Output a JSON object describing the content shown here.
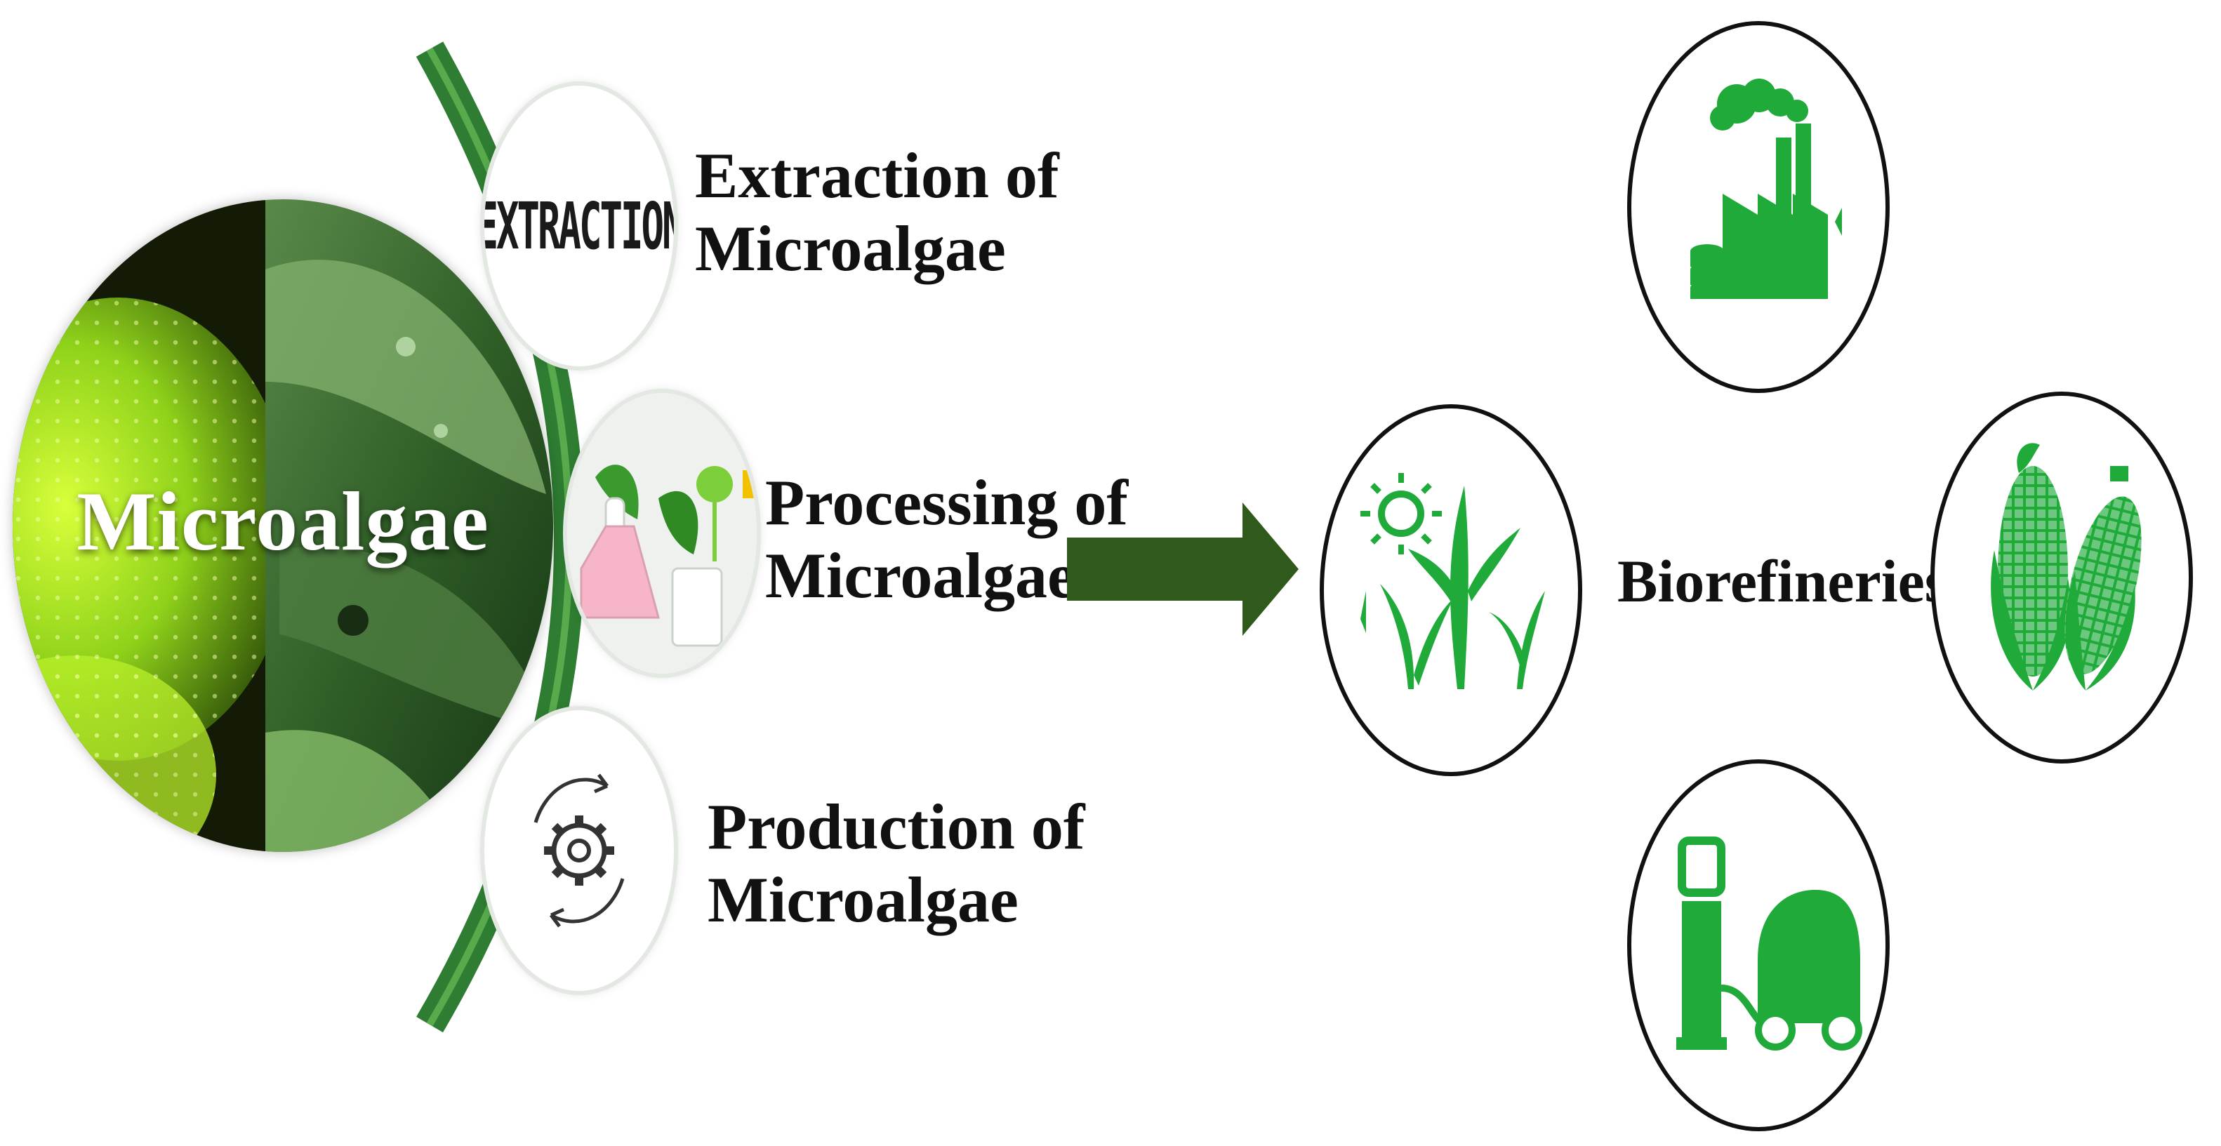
{
  "colors": {
    "arc": "#2e7d32",
    "arrow": "#2f5a1b",
    "icon_green": "#1faa3a",
    "outline": "#111111"
  },
  "hero": {
    "title": "Microalgae"
  },
  "steps": [
    {
      "icon": "extraction-text-icon",
      "icon_text": "EXTRACTION",
      "line1": "Extraction of",
      "line2": "Microalgae"
    },
    {
      "icon": "lab-flask-icon",
      "line1": "Processing of",
      "line2": "Microalgae"
    },
    {
      "icon": "gear-cycle-icon",
      "line1": "Production of",
      "line2": "Microalgae"
    }
  ],
  "biorefinery": {
    "label": "Biorefineries",
    "icons": [
      "factory-icon",
      "sun-plants-icon",
      "corn-icon",
      "ev-charging-icon"
    ]
  }
}
